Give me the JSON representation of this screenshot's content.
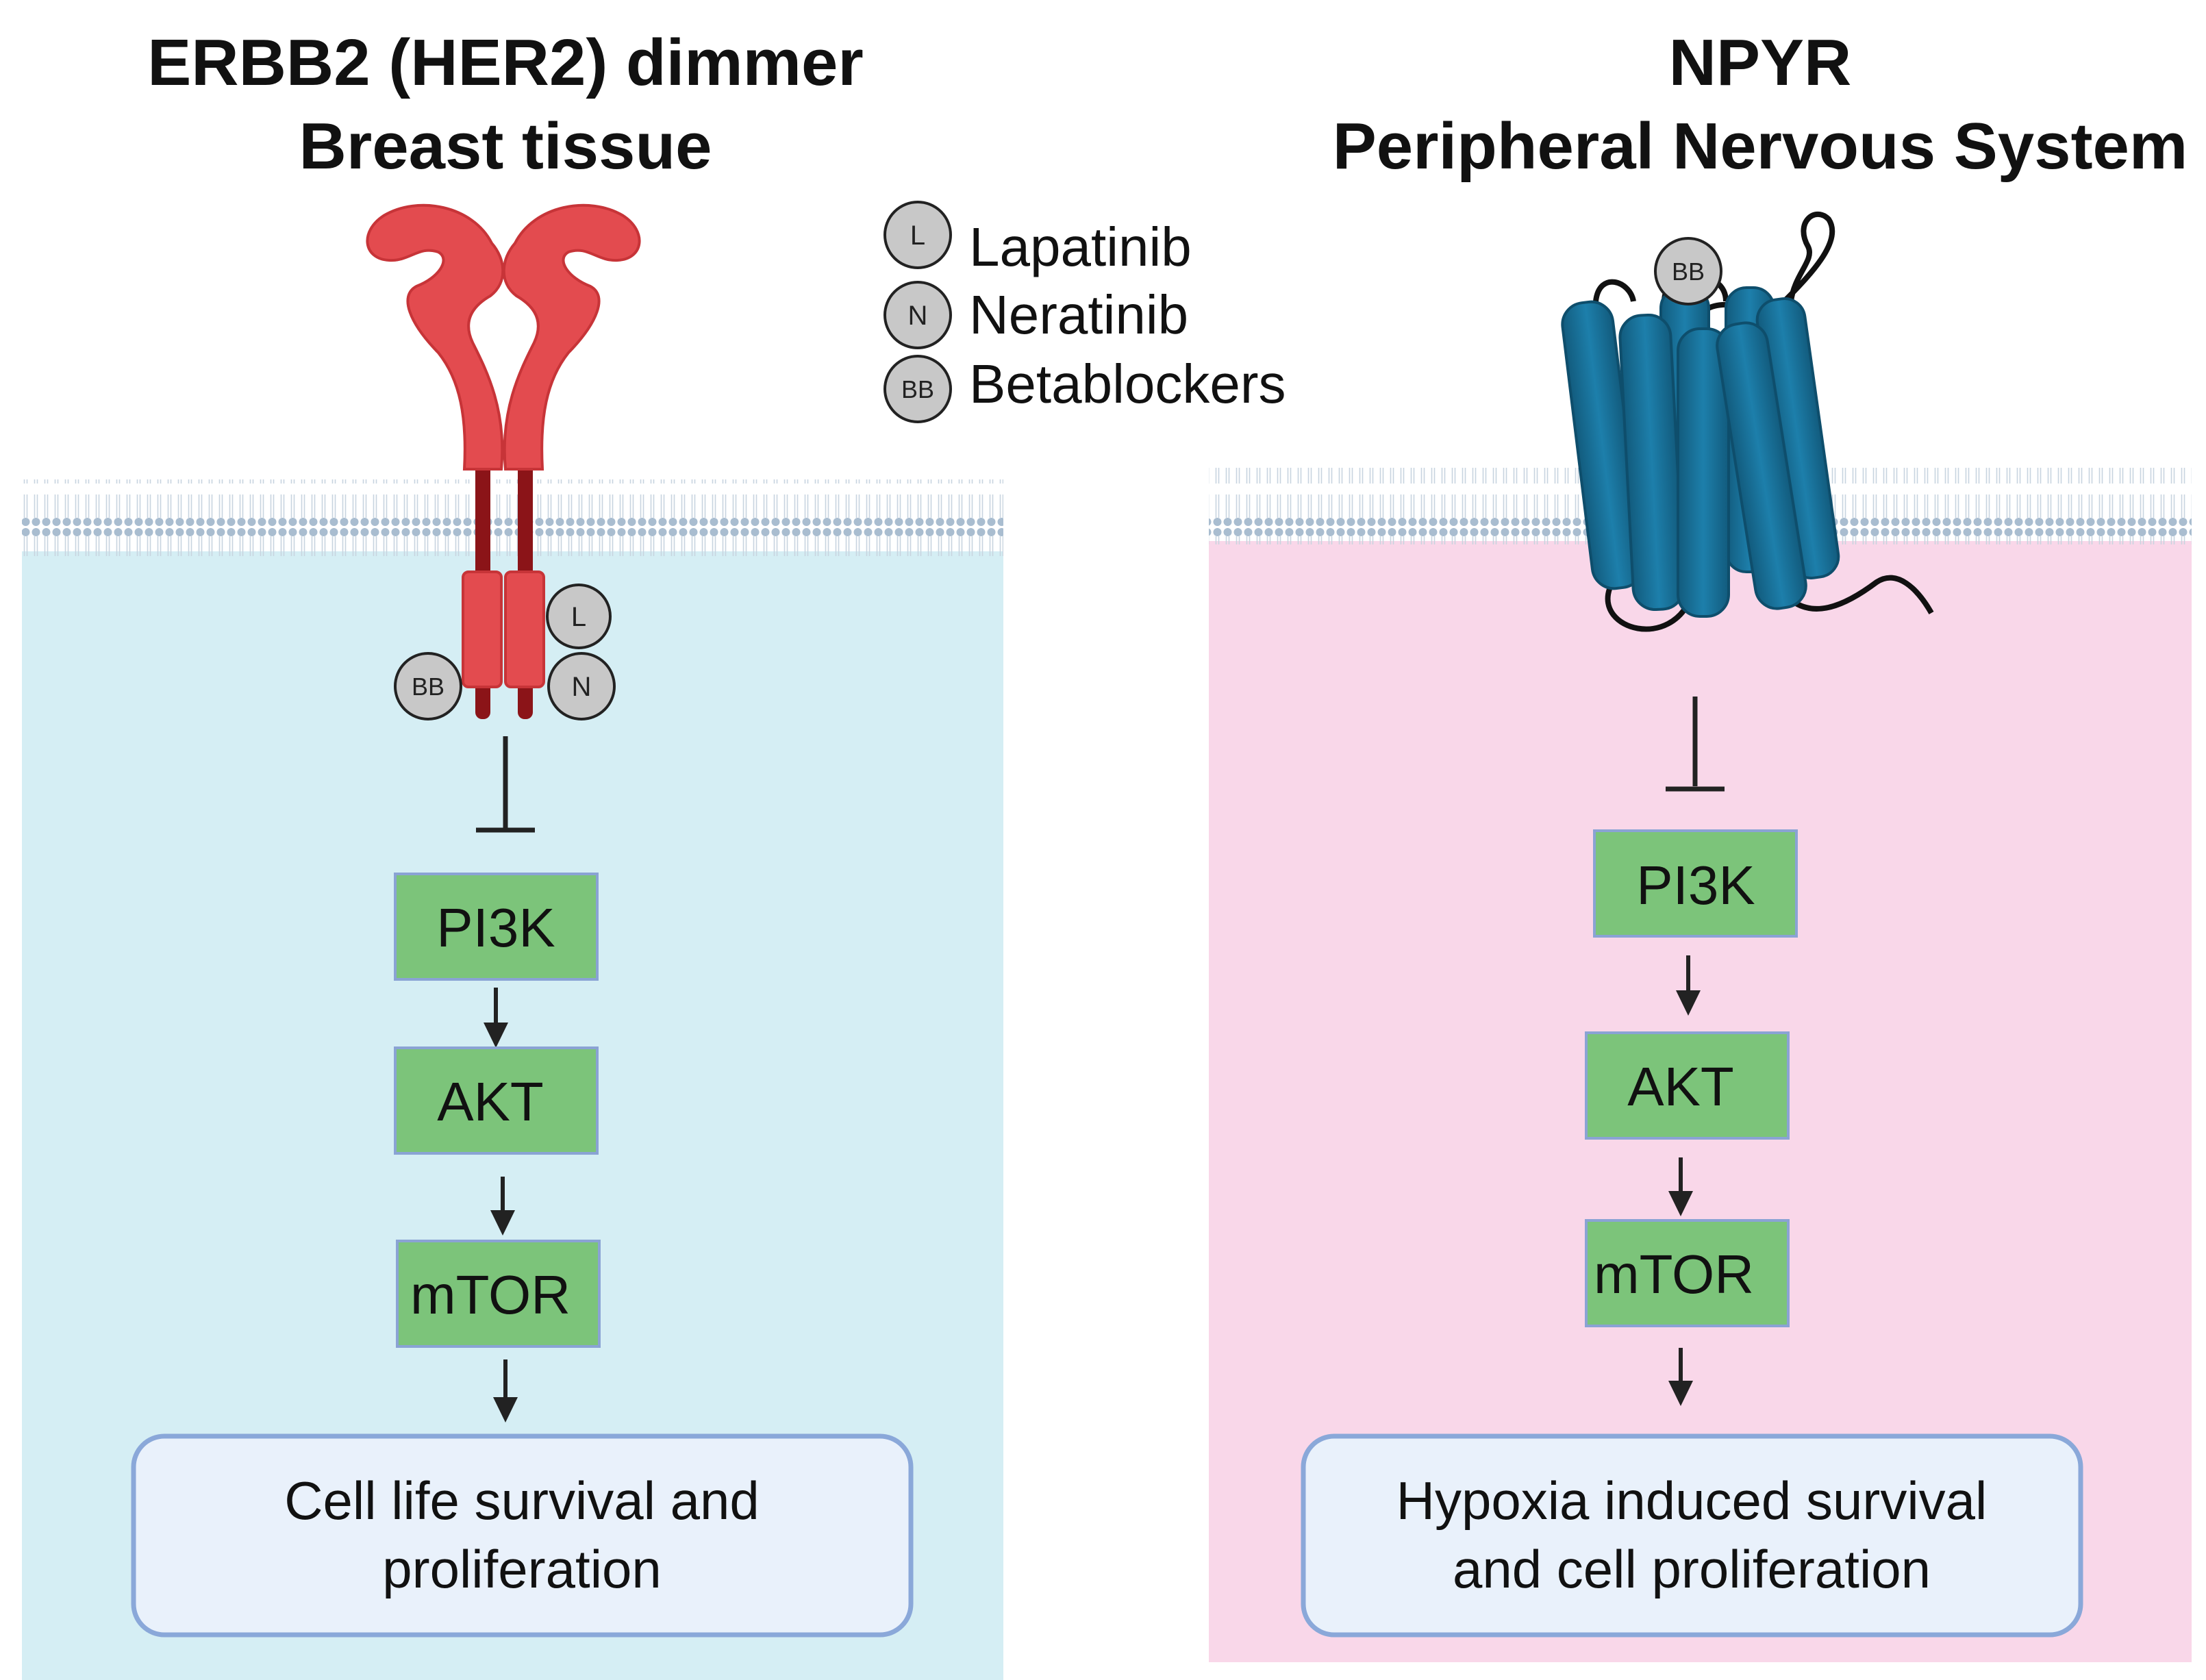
{
  "left_panel": {
    "title_line1": "ERBB2 (HER2) dimmer",
    "title_line2": "Breast tissue",
    "background_color": "#d5eef4",
    "receptor_color": "#e34b4f",
    "receptor_stalk_color": "#8b1418",
    "pathway": [
      "PI3K",
      "AKT",
      "mTOR"
    ],
    "outcome_line1": "Cell life survival and",
    "outcome_line2": "proliferation",
    "drug_badges": [
      "L",
      "BB",
      "N"
    ]
  },
  "right_panel": {
    "title_line1": "NPYR",
    "title_line2": "Peripheral Nervous System",
    "background_color": "#f9d7e9",
    "receptor_color": "#1a6f96",
    "pathway": [
      "PI3K",
      "AKT",
      "mTOR"
    ],
    "outcome_line1": "Hypoxia induced  survival",
    "outcome_line2": "and cell proliferation",
    "drug_badges": [
      "BB"
    ]
  },
  "legend": {
    "items": [
      {
        "badge": "L",
        "label": "Lapatinib"
      },
      {
        "badge": "N",
        "label": "Neratinib"
      },
      {
        "badge": "BB",
        "label": "Betablockers"
      }
    ]
  },
  "colors": {
    "pathway_box": "#7cc47a",
    "pathway_box_border": "#8aa3d4",
    "outcome_box": "#e9f1fb",
    "outcome_border": "#8aa8d9",
    "membrane": "#9fb3c8",
    "drug_badge": "#c8c8c8"
  }
}
